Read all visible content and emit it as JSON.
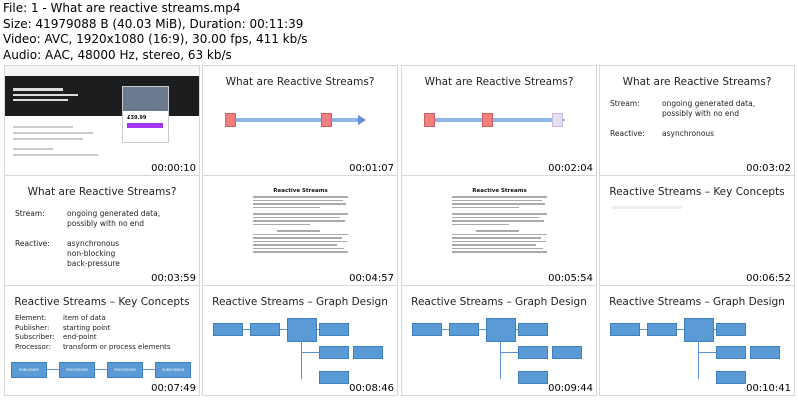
{
  "header": {
    "line1": "File: 1 - What are reactive streams.mp4",
    "line2": "Size: 41979088 B (40.03 MiB), Duration: 00:11:39",
    "line3": "Video: AVC, 1920x1080 (16:9), 30.00 fps, 411 kb/s",
    "line4": "Audio: AAC, 48000 Hz, stereo, 63 kb/s"
  },
  "thumbs": [
    {
      "ts": "00:00:10",
      "title": ""
    },
    {
      "ts": "00:01:07",
      "title": "What are Reactive Streams?"
    },
    {
      "ts": "00:02:04",
      "title": "What are Reactive Streams?"
    },
    {
      "ts": "00:03:02",
      "title": "What are Reactive Streams?"
    },
    {
      "ts": "00:03:59",
      "title": "What are Reactive Streams?"
    },
    {
      "ts": "00:04:57",
      "title": "Reactive Streams"
    },
    {
      "ts": "00:05:54",
      "title": "Reactive Streams"
    },
    {
      "ts": "00:06:52",
      "title": "Reactive Streams – Key Concepts"
    },
    {
      "ts": "00:07:49",
      "title": "Reactive Streams – Key Concepts"
    },
    {
      "ts": "00:08:46",
      "title": "Reactive Streams – Graph Design"
    },
    {
      "ts": "00:09:44",
      "title": "Reactive Streams – Graph Design"
    },
    {
      "ts": "00:10:41",
      "title": "Reactive Streams – Graph Design"
    }
  ],
  "web": {
    "price": "£39.99"
  },
  "slide4": {
    "stream_label": "Stream:",
    "stream_val1": "ongoing generated data,",
    "stream_val2": "possibly with no end",
    "reactive_label": "Reactive:",
    "reactive_val": "asynchronous"
  },
  "slide5": {
    "stream_label": "Stream:",
    "stream_val1": "ongoing generated data,",
    "stream_val2": "possibly with no end",
    "reactive_label": "Reactive:",
    "reactive_val1": "asynchronous",
    "reactive_val2": "non-blocking",
    "reactive_val3": "back-pressure"
  },
  "slide9": {
    "element_label": "Element:",
    "element_val": "item of data",
    "publisher_label": "Publisher:",
    "publisher_val": "starting point",
    "subscriber_label": "Subscriber:",
    "subscriber_val": "end-point",
    "processor_label": "Processor:",
    "processor_val": "transform or process elements",
    "box1": "PUBLISHER",
    "box2": "PROCESSOR",
    "box3": "PROCESSOR",
    "box4": "SUBSCRIBER"
  }
}
